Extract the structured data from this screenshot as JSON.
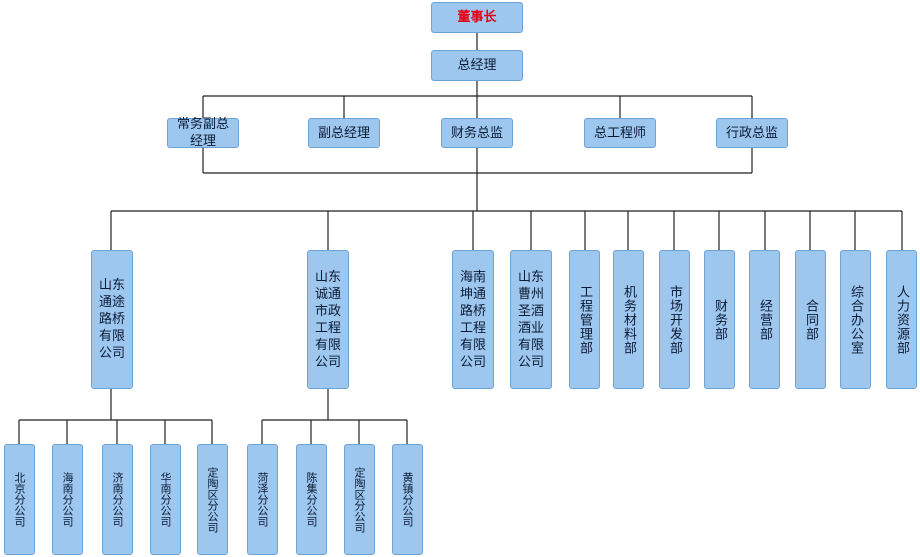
{
  "chairman": "董事长",
  "general_manager": "总经理",
  "deputies": [
    "常务副总经理",
    "副总经理",
    "财务总监",
    "总工程师",
    "行政总监"
  ],
  "subsidiaries": [
    {
      "name": "山东通途路桥有限公司",
      "branches": [
        "北京分公司",
        "海南分公司",
        "济南分公司",
        "华南分公司",
        "定陶区分公司"
      ]
    },
    {
      "name": "山东诚通市政工程有限公司",
      "branches": [
        "菏泽分公司",
        "陈集分公司",
        "定陶区分公司",
        "黄镇分公司"
      ]
    }
  ],
  "departments": [
    "海南坤通路桥工程有限公司",
    "山东曹州圣酒酒业有限公司",
    "工程管理部",
    "机务材料部",
    "市场开发部",
    "财务部",
    "经营部",
    "合同部",
    "综合办公室",
    "人力资源部"
  ]
}
